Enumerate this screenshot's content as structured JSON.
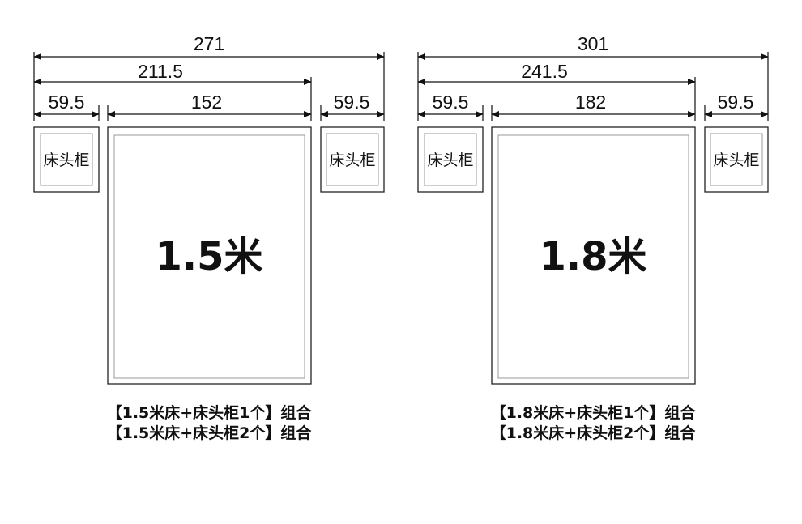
{
  "groups": [
    {
      "total_width": "271",
      "bed_plus_one": "211.5",
      "nightstand_width": "59.5",
      "bed_width": "152",
      "nightstand_label": "床头柜",
      "bed_label": "1.5米",
      "caption_line1": "【1.5米床+床头柜1个】组合",
      "caption_line2": "【1.5米床+床头柜2个】组合"
    },
    {
      "total_width": "301",
      "bed_plus_one": "241.5",
      "nightstand_width": "59.5",
      "bed_width": "182",
      "nightstand_label": "床头柜",
      "bed_label": "1.8米",
      "caption_line1": "【1.8米床+床头柜1个】组合",
      "caption_line2": "【1.8米床+床头柜2个】组合"
    }
  ]
}
